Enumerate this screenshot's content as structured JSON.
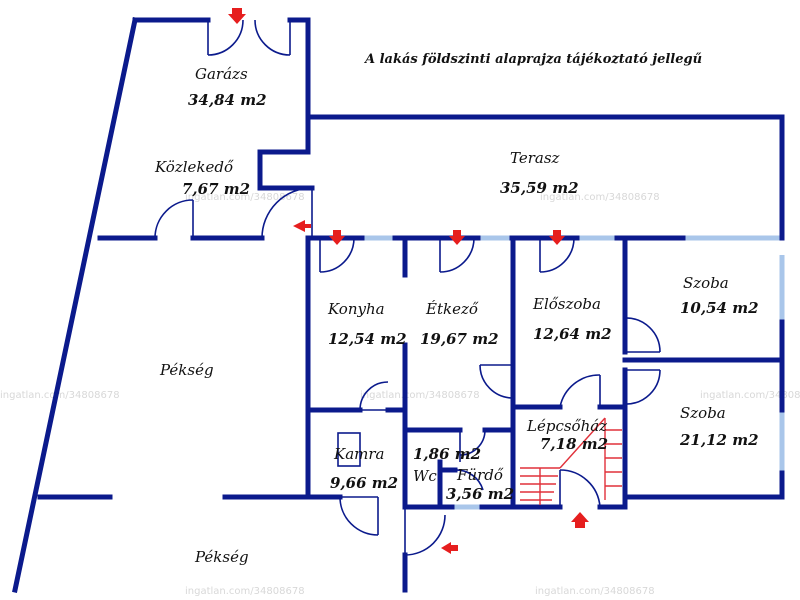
{
  "title": "A lakás földszinti alaprajza tájékoztató jellegű",
  "watermark": "ingatlan.com/34808678",
  "rooms": [
    {
      "id": "garazs",
      "name": "Garázs",
      "area": "34,84 m2"
    },
    {
      "id": "kozlekedo",
      "name": "Közlekedő",
      "area": "7,67 m2"
    },
    {
      "id": "terasz",
      "name": "Terasz",
      "area": "35,59 m2"
    },
    {
      "id": "konyha",
      "name": "Konyha",
      "area": "12,54 m2"
    },
    {
      "id": "etkezo",
      "name": "Étkező",
      "area": "19,67 m2"
    },
    {
      "id": "eloszoba",
      "name": "Előszoba",
      "area": "12,64 m2"
    },
    {
      "id": "szoba1",
      "name": "Szoba",
      "area": "10,54 m2"
    },
    {
      "id": "szoba2",
      "name": "Szoba",
      "area": "21,12 m2"
    },
    {
      "id": "lepcsohaz",
      "name": "Lépcsőház",
      "area": "7,18 m2"
    },
    {
      "id": "kamra",
      "name": "Kamra",
      "area": "9,66 m2"
    },
    {
      "id": "wc",
      "name": "Wc",
      "area": "1,86 m2"
    },
    {
      "id": "furdo",
      "name": "Fürdő",
      "area": "3,56 m2"
    },
    {
      "id": "pekseg1",
      "name": "Pékség",
      "area": ""
    },
    {
      "id": "pekseg2",
      "name": "Pékség",
      "area": ""
    }
  ],
  "colors": {
    "wall": "#0b1a8c",
    "window": "#a9c6ea",
    "entry_arrow": "#e61e1e",
    "stairs": "#e0303a"
  }
}
